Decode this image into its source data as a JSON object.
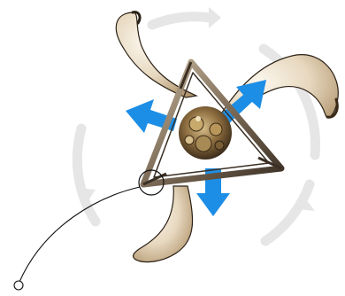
{
  "colors": {
    "background": "#ffffff",
    "rotation_ring": "#e6e6e6",
    "blade_light": "#f7efe1",
    "blade_mid": "#e2d2b8",
    "blade_shadow": "#b59a74",
    "blade_edge": "#2b2116",
    "arrow_blue": "#1d8ee6",
    "frame_metal": "#8a7a66",
    "frame_dark": "#3a2f24",
    "hub_gold": "#a88a55",
    "hub_dark": "#3b2a18",
    "callout_line": "#111111"
  },
  "diagram": {
    "rotation_direction": "clockwise",
    "blade_count": 3,
    "outward_arrow_count": 3,
    "callout_target": "blade-frame-joint"
  }
}
